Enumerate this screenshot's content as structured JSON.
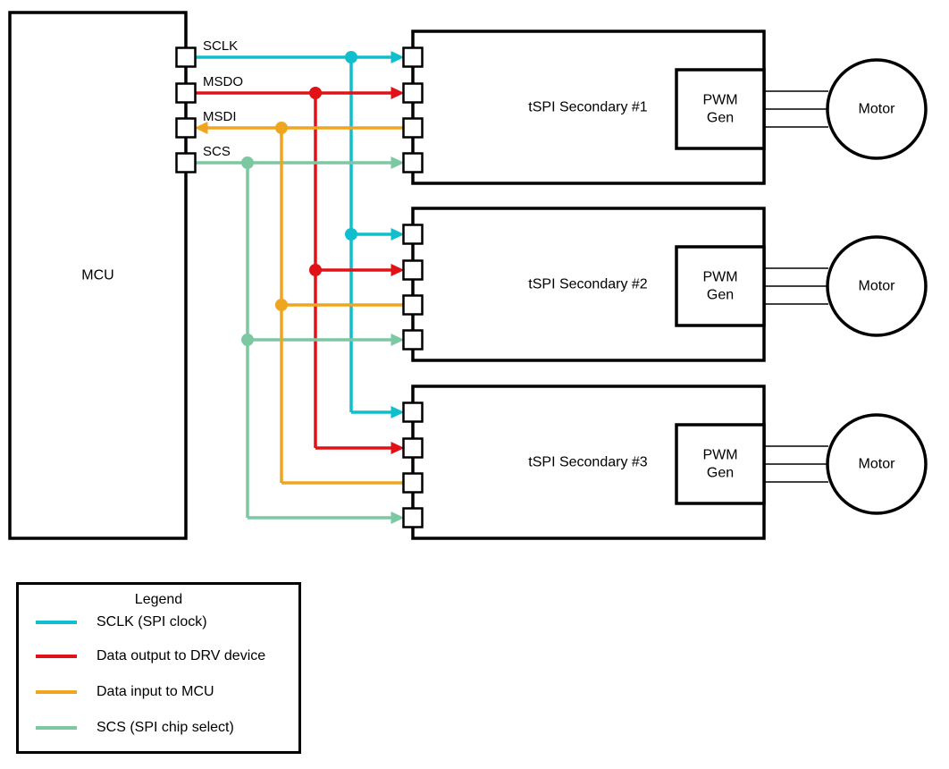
{
  "diagram": {
    "mcu_label": "MCU",
    "pin_labels": [
      "SCLK",
      "MSDO",
      "MSDI",
      "SCS"
    ],
    "devices": [
      {
        "label": "tSPI Secondary #1"
      },
      {
        "label": "tSPI Secondary #2"
      },
      {
        "label": "tSPI Secondary #3"
      }
    ],
    "pwm_label_lines": [
      "PWM",
      "Gen"
    ],
    "motor_label": "Motor",
    "signals": [
      {
        "id": "sclk",
        "name": "SCLK",
        "color": "#10BECD",
        "direction": "mcu-to-device"
      },
      {
        "id": "msdo",
        "name": "MSDO",
        "color": "#E01217",
        "direction": "mcu-to-device"
      },
      {
        "id": "msdi",
        "name": "MSDI",
        "color": "#F0A51E",
        "direction": "device-to-mcu"
      },
      {
        "id": "scs",
        "name": "SCS",
        "color": "#7CC8A2",
        "direction": "mcu-to-device"
      }
    ]
  },
  "legend": {
    "title": "Legend",
    "items": [
      {
        "label": "SCLK (SPI clock)",
        "color": "#10BECD"
      },
      {
        "label": "Data output to DRV device",
        "color": "#E01217"
      },
      {
        "label": "Data input to MCU",
        "color": "#F0A51E"
      },
      {
        "label": "SCS (SPI chip select)",
        "color": "#7CC8A2"
      }
    ]
  }
}
